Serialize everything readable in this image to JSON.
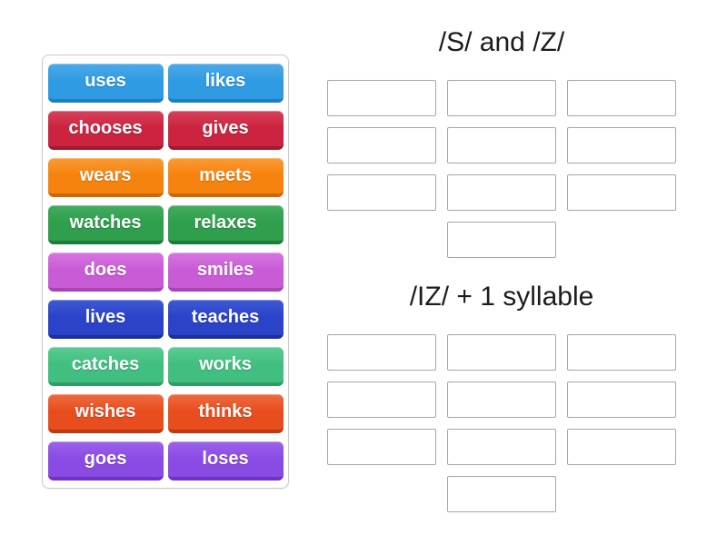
{
  "page": {
    "background": "#ffffff",
    "title_color": "#1c1c1c"
  },
  "word_bank": {
    "tiles": [
      {
        "label": "uses",
        "color": "#2f9be2",
        "top": "#4caae9",
        "dark": "#1b7fc0"
      },
      {
        "label": "likes",
        "color": "#2f9be2",
        "top": "#4caae9",
        "dark": "#1b7fc0"
      },
      {
        "label": "chooses",
        "color": "#cc2440",
        "top": "#d8415a",
        "dark": "#a01a30"
      },
      {
        "label": "gives",
        "color": "#cc2440",
        "top": "#d8415a",
        "dark": "#a01a30"
      },
      {
        "label": "wears",
        "color": "#f6830d",
        "top": "#f99b35",
        "dark": "#ca6a06"
      },
      {
        "label": "meets",
        "color": "#f6830d",
        "top": "#f99b35",
        "dark": "#ca6a06"
      },
      {
        "label": "watches",
        "color": "#2f9e4d",
        "top": "#44ad60",
        "dark": "#1d7c39"
      },
      {
        "label": "relaxes",
        "color": "#2f9e4d",
        "top": "#44ad60",
        "dark": "#1d7c39"
      },
      {
        "label": "does",
        "color": "#c95bd6",
        "top": "#d578e0",
        "dark": "#a746b3"
      },
      {
        "label": "smiles",
        "color": "#c95bd6",
        "top": "#d578e0",
        "dark": "#a746b3"
      },
      {
        "label": "lives",
        "color": "#2b43c8",
        "top": "#4059d4",
        "dark": "#1d2f9e"
      },
      {
        "label": "teaches",
        "color": "#2b43c8",
        "top": "#4059d4",
        "dark": "#1d2f9e"
      },
      {
        "label": "catches",
        "color": "#41bf80",
        "top": "#5ccb93",
        "dark": "#2e9c66"
      },
      {
        "label": "works",
        "color": "#41bf80",
        "top": "#5ccb93",
        "dark": "#2e9c66"
      },
      {
        "label": "wishes",
        "color": "#e84d1e",
        "top": "#ee6b41",
        "dark": "#bd3a12"
      },
      {
        "label": "thinks",
        "color": "#e84d1e",
        "top": "#ee6b41",
        "dark": "#bd3a12"
      },
      {
        "label": "goes",
        "color": "#8a4ae4",
        "top": "#9c64ea",
        "dark": "#6e33c2"
      },
      {
        "label": "loses",
        "color": "#8a4ae4",
        "top": "#9c64ea",
        "dark": "#6e33c2"
      }
    ]
  },
  "groups": [
    {
      "title": "/S/ and /Z/",
      "slot_count": 10
    },
    {
      "title": "/IZ/ + 1 syllable",
      "slot_count": 10
    }
  ]
}
